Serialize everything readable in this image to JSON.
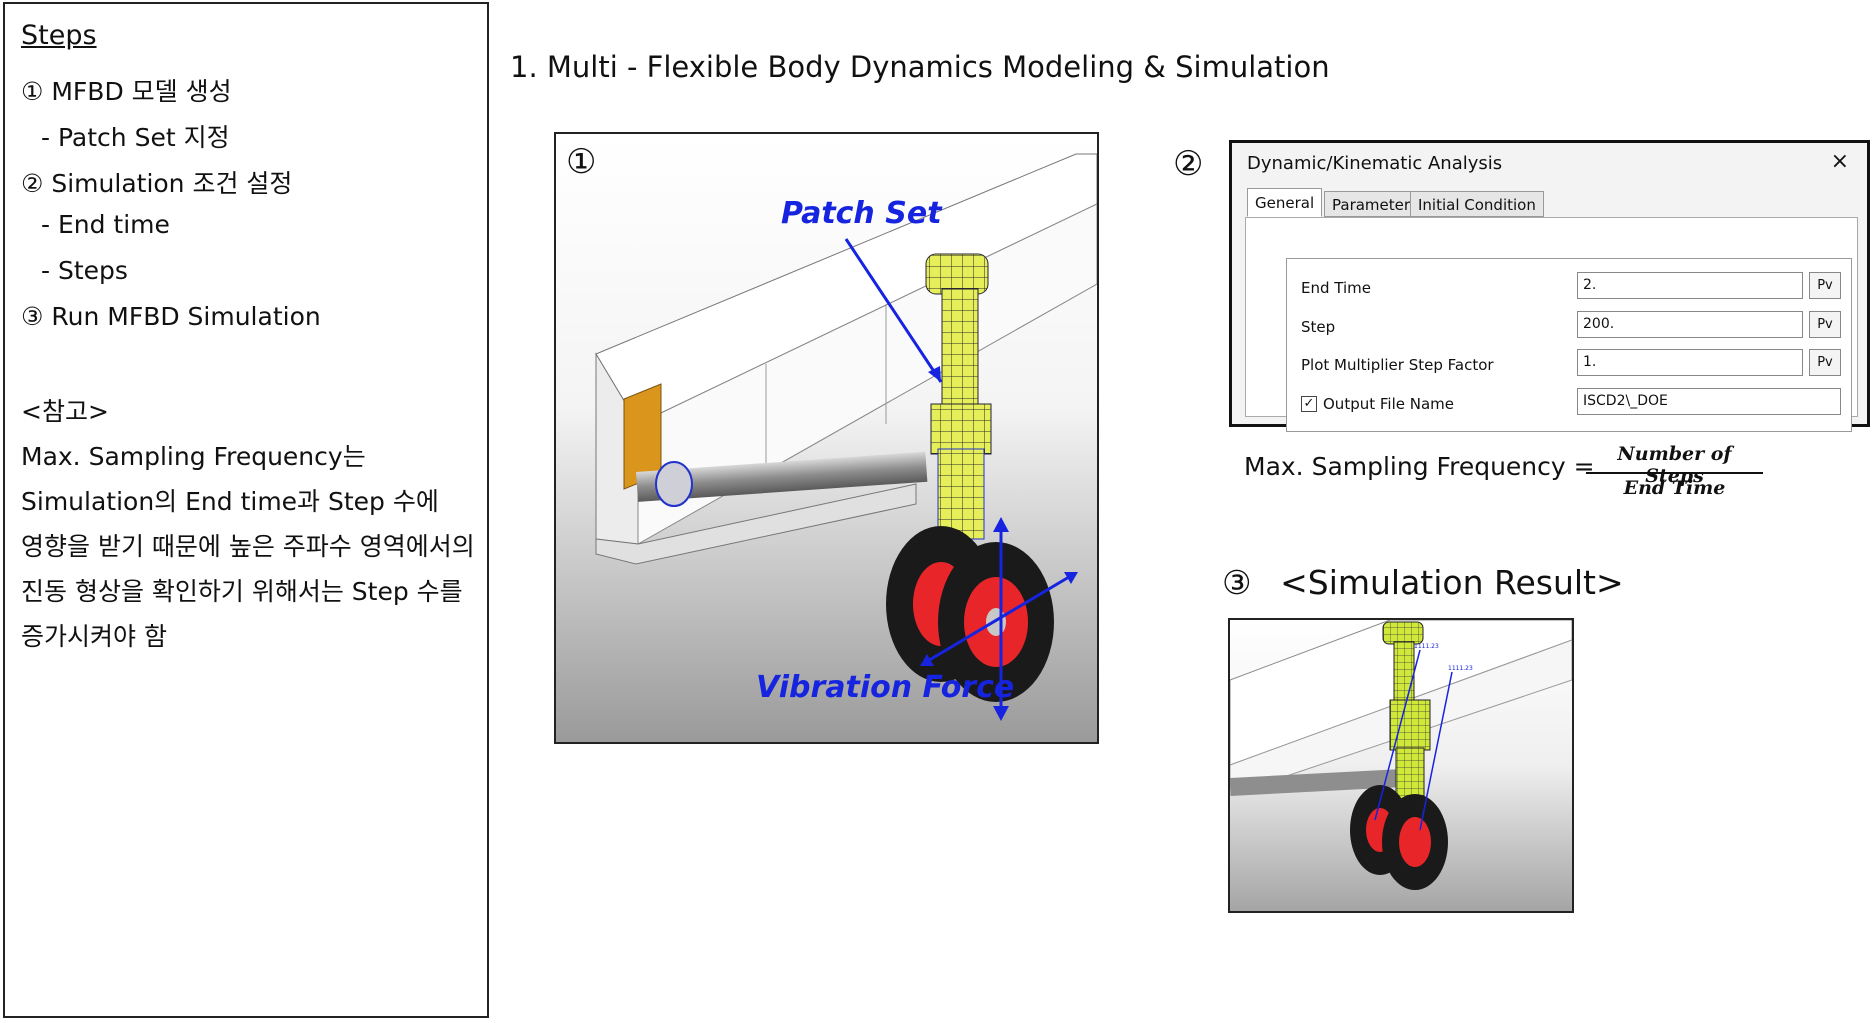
{
  "steps_panel": {
    "heading": "Steps",
    "items": [
      "① MFBD 모델 생성",
      "- Patch Set 지정",
      "② Simulation 조건 설정",
      "- End time",
      "- Steps",
      "③ Run MFBD Simulation"
    ],
    "note_title": "<참고>",
    "note_lines": [
      "Max. Sampling Frequency는",
      "Simulation의 End time과 Step 수에",
      "영향을 받기 때문에 높은 주파수 영역에서의",
      "진동 형상을 확인하기 위해서는 Step 수를",
      "증가시켜야 함"
    ]
  },
  "main_title": "1. Multi - Flexible Body Dynamics Modeling & Simulation",
  "figure1": {
    "number": "①",
    "label_patch": "Patch Set",
    "label_vibration": "Vibration Force"
  },
  "figure2": {
    "number": "②",
    "dialog": {
      "title": "Dynamic/Kinematic Analysis",
      "close": "×",
      "tabs": [
        "General",
        "Parameter",
        "Initial Condition"
      ],
      "fields": [
        {
          "label": "End Time",
          "value": "2.",
          "button": "Pv"
        },
        {
          "label": "Step",
          "value": "200.",
          "button": "Pv"
        },
        {
          "label": "Plot Multiplier Step Factor",
          "value": "1.",
          "button": "Pv"
        },
        {
          "label": "Output File Name",
          "value": "ISCD2\\_DOE",
          "checked": "✓"
        }
      ]
    }
  },
  "formula": {
    "lhs": "Max. Sampling Frequency  =",
    "numerator": "Number of Steps",
    "denominator": "End Time"
  },
  "figure3": {
    "number": "③",
    "title": "<Simulation Result>",
    "tag1": "1111.23",
    "tag2": "1111.23"
  },
  "colors": {
    "annotation_blue": "#1624e0",
    "mesh_yellow": "#e6ef5a",
    "wheel_red": "#e8262a"
  }
}
